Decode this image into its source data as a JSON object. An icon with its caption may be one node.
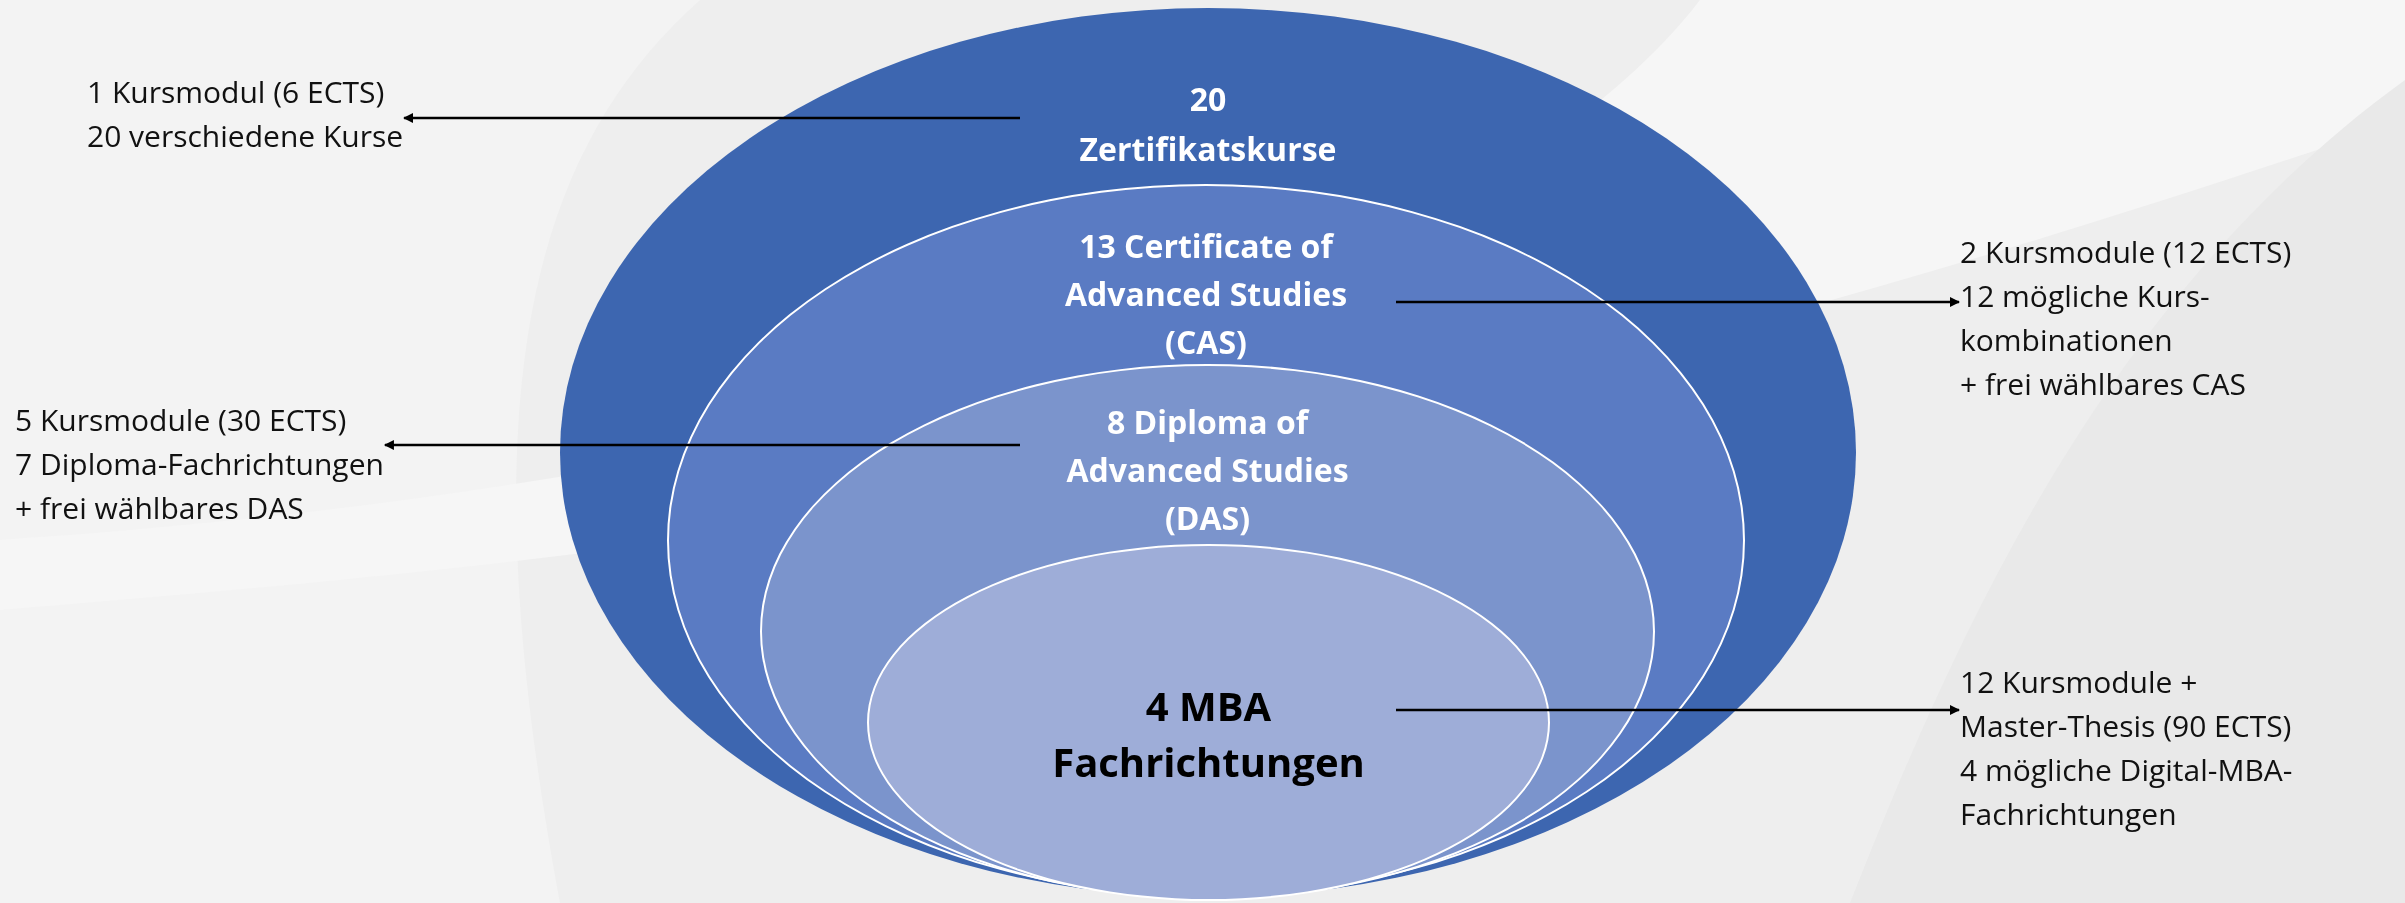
{
  "diagram": {
    "nodes": [
      {
        "text": [
          "20 Zertifikatskurse"
        ]
      },
      {
        "text": [
          "13 Certificate of Advanced Studies (CAS)"
        ],
        "in": 0
      },
      {
        "text": [
          "8 Diploma of Advanced Studies (DAS)"
        ],
        "in": 1
      },
      {
        "text": [
          "4 MBA Fachrichtungen"
        ],
        "in": 2
      },
      {
        "text": [
          "1 Kursmodul (6 ECTS)",
          "20 verschiedene Kurse"
        ]
      },
      {
        "text": [
          "5 Kursmodule (30 ECTS)",
          "7 Diploma-Fachrichtungen",
          "+ frei wählbares DAS"
        ]
      },
      {
        "text": [
          "2 Kursmodule (12 ECTS)",
          "12 mögliche Kurs- kombinationen",
          "+ frei wählbares CAS"
        ]
      },
      {
        "text": [
          "12 Kursmodule + Master-Thesis (90 ECTS)",
          "4 mögliche Digital-MBA- Fachrichtungen"
        ]
      }
    ],
    "edges": [
      {
        "from": 0,
        "to": 4,
        "arrow": "to"
      },
      {
        "from": 1,
        "to": 6,
        "arrow": "to"
      },
      {
        "from": 2,
        "to": 5,
        "arrow": "to"
      },
      {
        "from": 3,
        "to": 7,
        "arrow": "to"
      }
    ]
  }
}
